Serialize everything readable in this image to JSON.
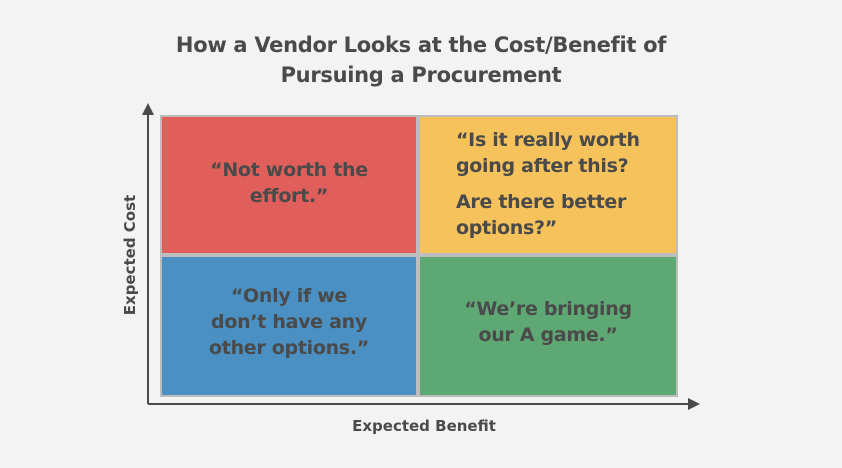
{
  "title": {
    "line1": "How a Vendor Looks at the Cost/Benefit of",
    "line2": "Pursuing a Procurement"
  },
  "axes": {
    "y_label": "Expected Cost",
    "x_label": "Expected Benefit"
  },
  "quadrants": {
    "top_left": {
      "line1": "“Not worth the",
      "line2": "effort.”",
      "color": "#e05f5a"
    },
    "top_right": {
      "line1": "“Is it really worth",
      "line2": "going after this?",
      "line3": "Are there better",
      "line4": "options?”",
      "color": "#f5c25b"
    },
    "bottom_left": {
      "line1": "“Only if we",
      "line2": "don’t have any",
      "line3": "other options.”",
      "color": "#4a90c2"
    },
    "bottom_right": {
      "line1": "“We’re bringing",
      "line2": "our A game.”",
      "color": "#5ea874"
    }
  }
}
